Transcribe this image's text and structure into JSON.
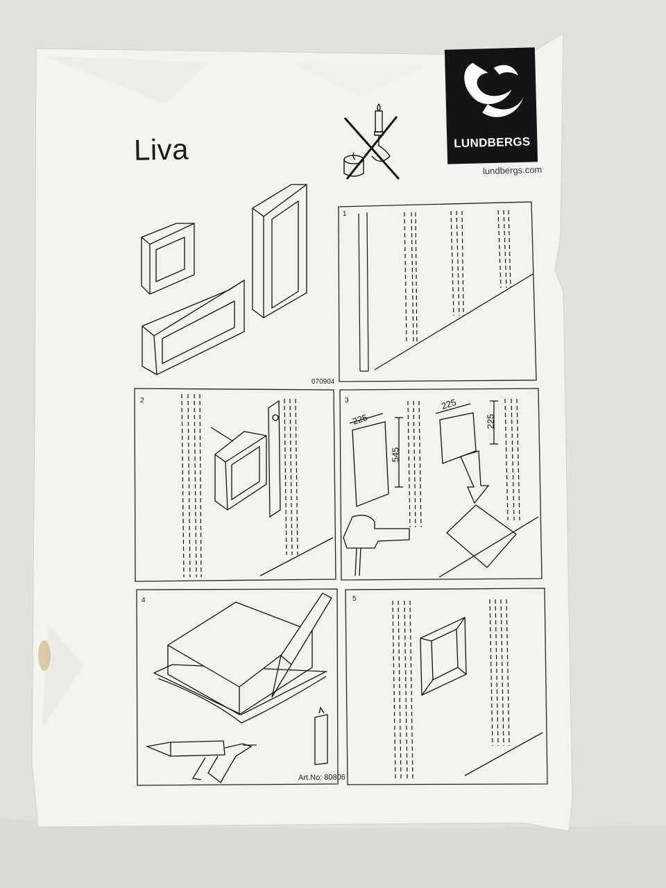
{
  "document": {
    "title": "Liva",
    "brand": "LUNDBERGS",
    "website": "lundbergs.com",
    "code": "070904",
    "article_number": "Art.No: 80806"
  },
  "steps": [
    {
      "number": "1"
    },
    {
      "number": "2"
    },
    {
      "number": "3",
      "dimensions": {
        "width_a": "225",
        "height_a": "545",
        "width_b": "225",
        "height_b": "225"
      }
    },
    {
      "number": "4"
    },
    {
      "number": "5"
    }
  ],
  "icons": [
    "no-candles-icon",
    "brand-logo-icon"
  ]
}
